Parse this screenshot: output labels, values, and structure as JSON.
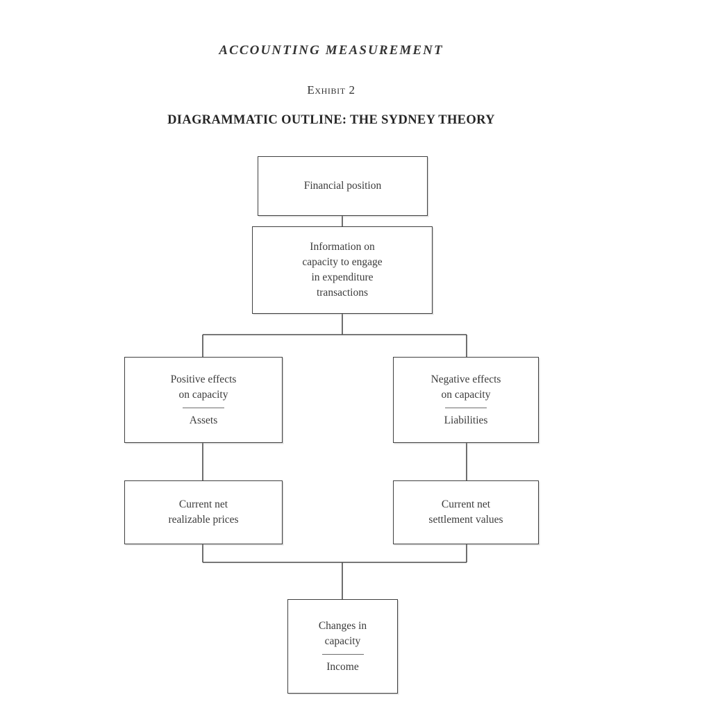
{
  "document": {
    "running_head": "ACCOUNTING MEASUREMENT",
    "exhibit_label": "Exhibit 2",
    "exhibit_title": "DIAGRAMMATIC OUTLINE: THE SYDNEY THEORY"
  },
  "colors": {
    "page_background": "#ffffff",
    "text": "#3b3b3b",
    "box_border": "#3f3f3f",
    "connector": "#4a4a4a",
    "divider_rule": "#6d6d6d"
  },
  "diagram": {
    "type": "flowchart",
    "nodes": [
      {
        "id": "financial-position",
        "lines": [
          "Financial position"
        ],
        "has_divider": false,
        "divider_label": ""
      },
      {
        "id": "information-capacity",
        "lines": [
          "Information on",
          "capacity to engage",
          "in expenditure",
          "transactions"
        ],
        "has_divider": false,
        "divider_label": ""
      },
      {
        "id": "positive-effects",
        "lines": [
          "Positive effects",
          "on capacity"
        ],
        "has_divider": true,
        "divider_label": "Assets"
      },
      {
        "id": "negative-effects",
        "lines": [
          "Negative effects",
          "on capacity"
        ],
        "has_divider": true,
        "divider_label": "Liabilities"
      },
      {
        "id": "current-net-realizable",
        "lines": [
          "Current net",
          "realizable prices"
        ],
        "has_divider": false,
        "divider_label": ""
      },
      {
        "id": "current-net-settlement",
        "lines": [
          "Current net",
          "settlement values"
        ],
        "has_divider": false,
        "divider_label": ""
      },
      {
        "id": "changes-in-capacity",
        "lines": [
          "Changes in",
          "capacity"
        ],
        "has_divider": true,
        "divider_label": "Income"
      }
    ],
    "edges": [
      {
        "from": "financial-position",
        "to": "information-capacity",
        "style": "straight"
      },
      {
        "from": "information-capacity",
        "to": "positive-effects",
        "style": "split-left"
      },
      {
        "from": "information-capacity",
        "to": "negative-effects",
        "style": "split-right"
      },
      {
        "from": "positive-effects",
        "to": "current-net-realizable",
        "style": "straight"
      },
      {
        "from": "negative-effects",
        "to": "current-net-settlement",
        "style": "straight"
      },
      {
        "from": "current-net-realizable",
        "to": "changes-in-capacity",
        "style": "merge-left"
      },
      {
        "from": "current-net-settlement",
        "to": "changes-in-capacity",
        "style": "merge-right"
      }
    ]
  }
}
